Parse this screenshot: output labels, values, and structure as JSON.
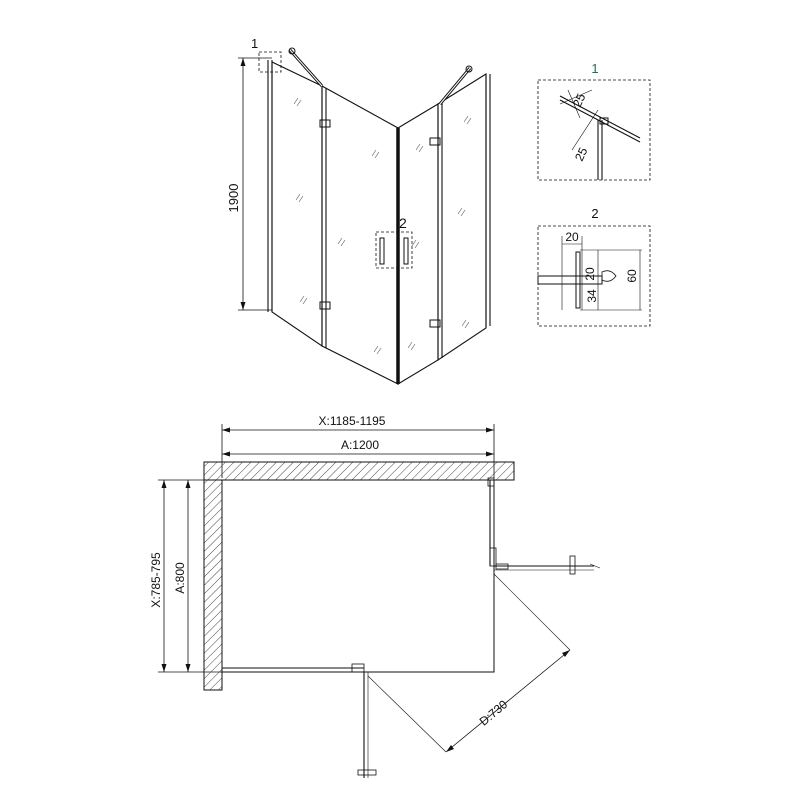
{
  "elevation": {
    "height_label": "1900",
    "callout_1": "1",
    "callout_2": "2"
  },
  "detail_1": {
    "title": "1",
    "dim_a": "25",
    "dim_b": "25"
  },
  "detail_2": {
    "title": "2",
    "dim_width": "20",
    "dim_offset": "20",
    "dim_spacing": "34",
    "dim_height": "60"
  },
  "plan": {
    "range_x": "X:1185-1195",
    "width_a": "A:1200",
    "range_y": "X:785-795",
    "depth_a": "A:800",
    "door_swing": "D:730"
  },
  "colors": {
    "line": "#111111",
    "hatch": "#333333"
  }
}
